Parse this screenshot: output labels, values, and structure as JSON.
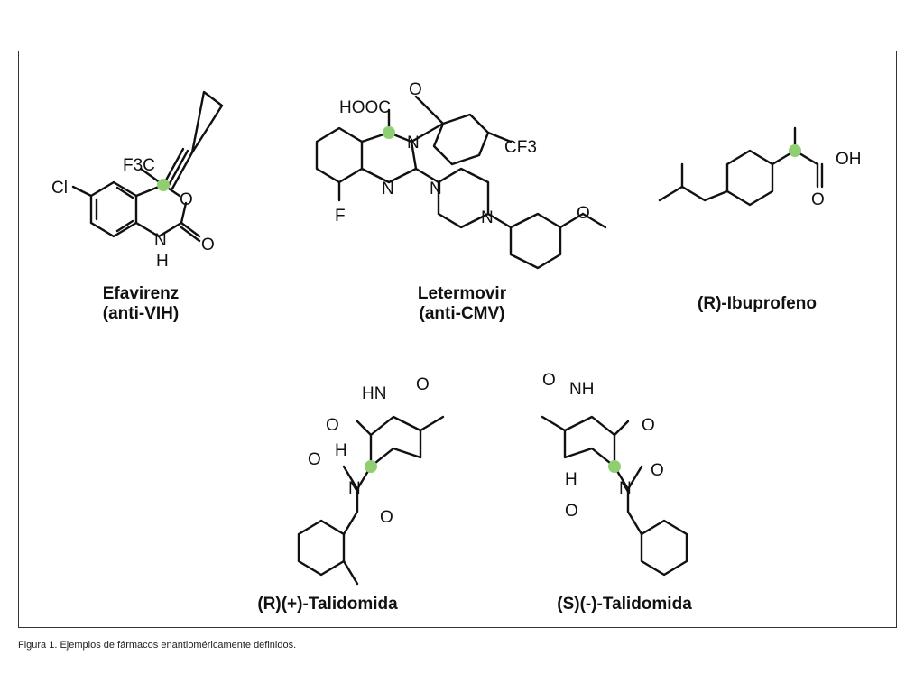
{
  "compounds": [
    {
      "name": "Efavirenz",
      "note": "(anti-VIH)"
    },
    {
      "name": "Letermovir",
      "note": "(anti-CMV)"
    },
    {
      "name": "(R)-Ibuprofeno"
    },
    {
      "name": "(R)(+)-Talidomida"
    },
    {
      "name": "(S)(-)-Talidomida"
    }
  ],
  "atoms": {
    "cl": "Cl",
    "o": "O",
    "n": "N",
    "h": "H",
    "f": "F",
    "hooc": "HOOC",
    "f3c": "F3C",
    "cf3": "CF3",
    "oh": "OH",
    "hn": "HN",
    "nh": "NH"
  },
  "stereocenter_color": "#8fcf72",
  "caption": "Figura 1. Ejemplos de fármacos enantioméricamente definidos."
}
